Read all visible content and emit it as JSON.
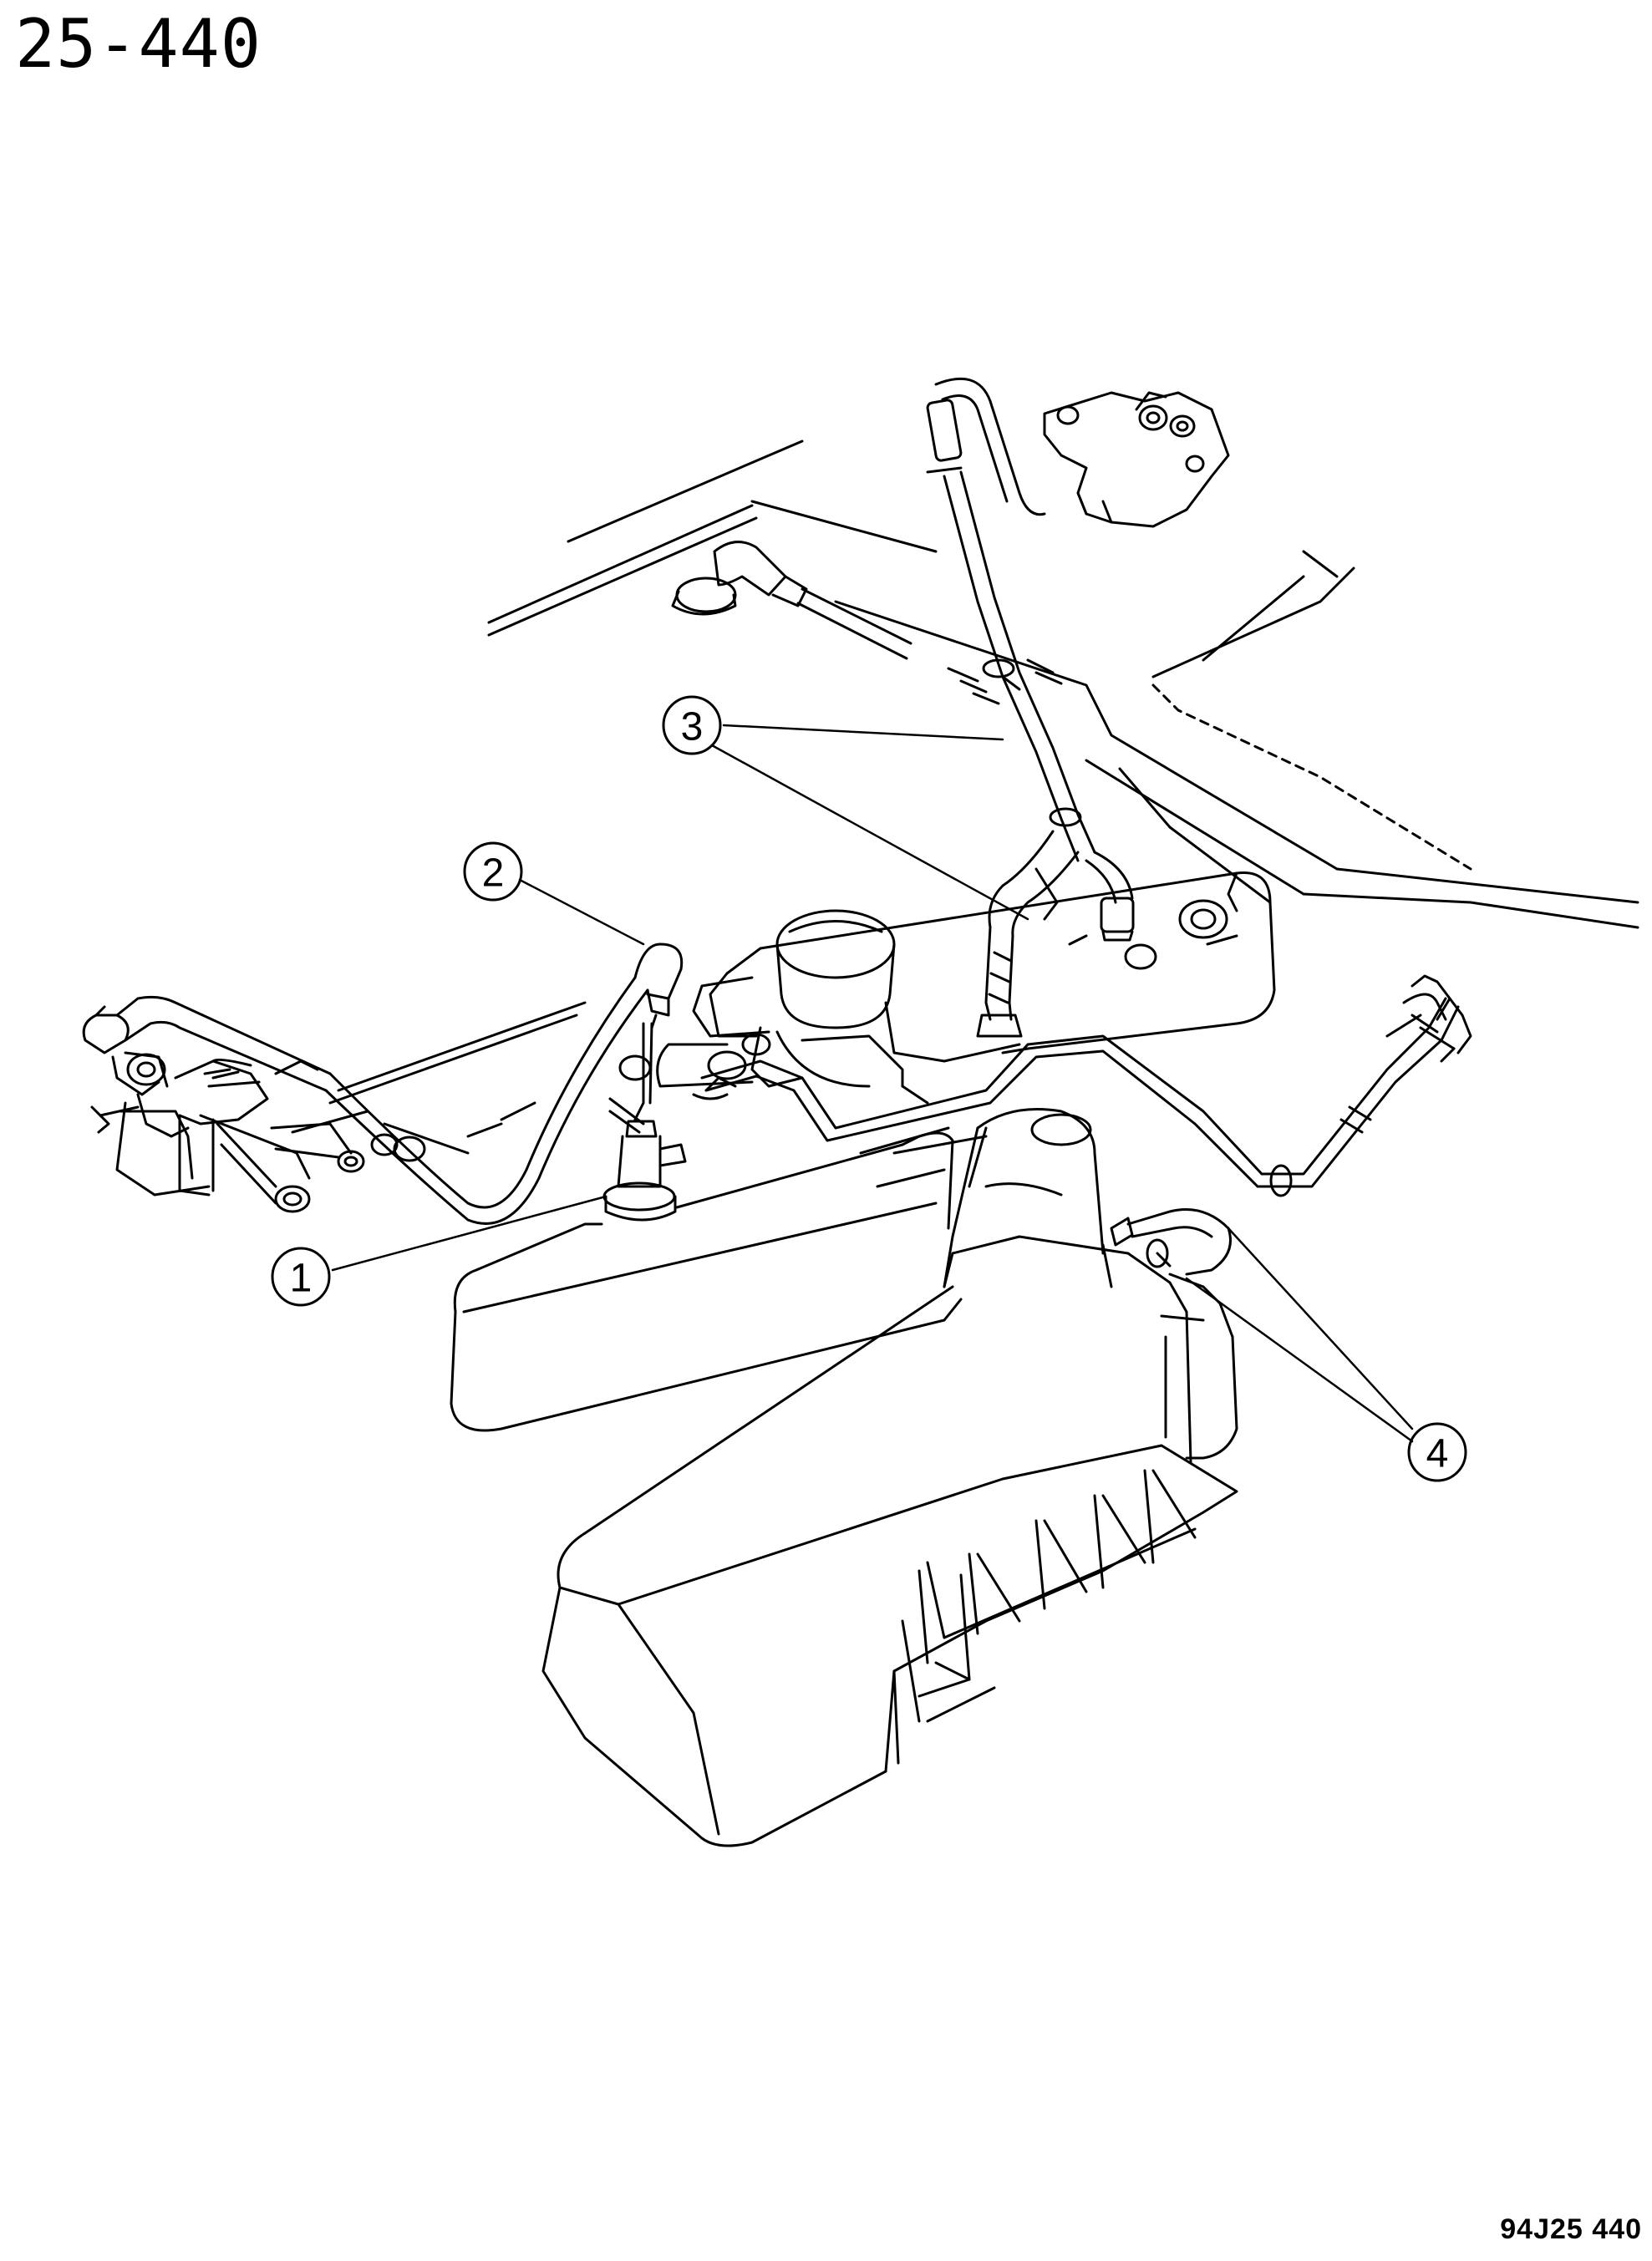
{
  "header": {
    "page_number": "25-440"
  },
  "footer": {
    "figure_code": "94J25 440"
  },
  "callouts": [
    {
      "id": "1",
      "label": "1"
    },
    {
      "id": "2",
      "label": "2"
    },
    {
      "id": "3",
      "label": "3"
    },
    {
      "id": "4",
      "label": "4"
    }
  ],
  "colors": {
    "ink": "#000000",
    "paper": "#ffffff"
  }
}
